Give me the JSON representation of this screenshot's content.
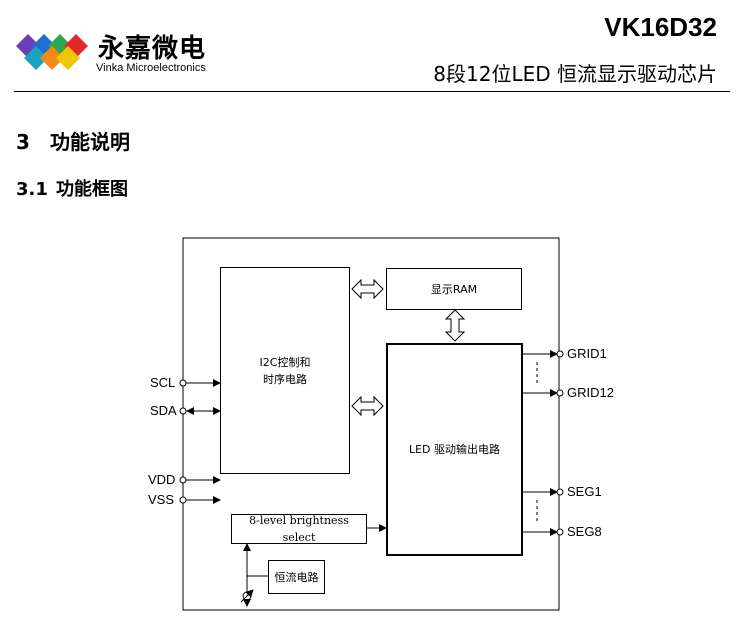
{
  "header": {
    "logo_cn": "永嘉微电",
    "logo_en": "Vinka Microelectronics",
    "title": "VK16D32",
    "subtitle": "8段12位LED 恒流显示驱动芯片"
  },
  "section": {
    "number": "3",
    "title": "功能说明"
  },
  "subsection": {
    "number": "3.1",
    "title": "功能框图"
  },
  "diagram": {
    "blocks": {
      "i2c_line1": "I2C控制和",
      "i2c_line2": "时序电路",
      "ram": "显示RAM",
      "led_driver": "LED 驱动输出电路",
      "brightness": "8-level brightness select",
      "current": "恒流电路"
    },
    "pins": {
      "scl": "SCL",
      "sda": "SDA",
      "vdd": "VDD",
      "vss": "VSS",
      "grid1": "GRID1",
      "grid12": "GRID12",
      "seg1": "SEG1",
      "seg8": "SEG8"
    }
  },
  "colors": {
    "logo_blue": "#1e6fd0",
    "logo_green": "#2fa84f",
    "logo_red": "#e02a2a",
    "logo_purple": "#6b3fb3",
    "logo_yellow": "#f2c500",
    "logo_orange": "#f28a1a",
    "logo_teal": "#19a2c4"
  }
}
